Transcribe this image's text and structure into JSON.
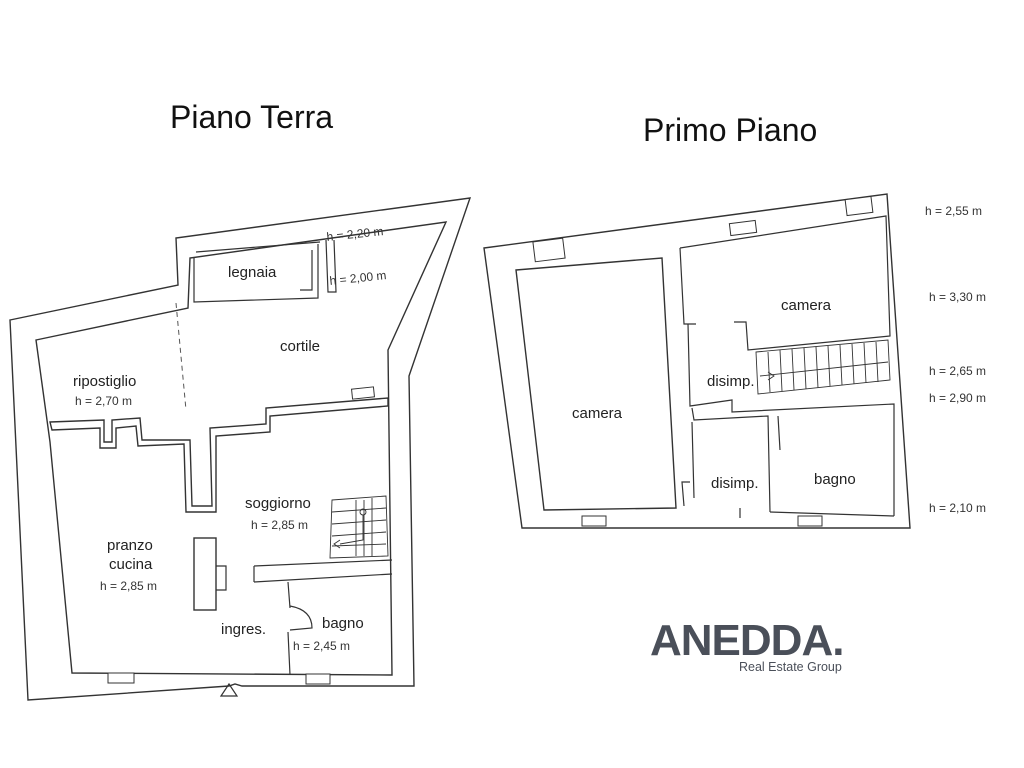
{
  "ground_floor": {
    "title": "Piano Terra",
    "rooms": {
      "legnaia": "legnaia",
      "cortile": "cortile",
      "ripostiglio": "ripostiglio",
      "soggiorno": "soggiorno",
      "pranzo": "pranzo",
      "cucina": "cucina",
      "ingresso": "ingres.",
      "bagno": "bagno"
    },
    "heights": {
      "cortile_top": "h = 2,20 m",
      "cortile_mid": "h = 2,00 m",
      "ripostiglio": "h = 2,70 m",
      "soggiorno": "h = 2,85 m",
      "pranzo_cucina": "h = 2,85 m",
      "bagno": "h = 2,45 m"
    }
  },
  "first_floor": {
    "title": "Primo Piano",
    "rooms": {
      "camera_left": "camera",
      "camera_right": "camera",
      "disimp_upper": "disimp.",
      "disimp_lower": "disimp.",
      "bagno": "bagno"
    },
    "heights": [
      "h = 2,55 m",
      "h = 3,30 m",
      "h = 2,65 m",
      "h = 2,90 m",
      "h = 2,10 m"
    ]
  },
  "logo": {
    "name": "ANEDDA.",
    "tagline": "Real Estate Group"
  }
}
